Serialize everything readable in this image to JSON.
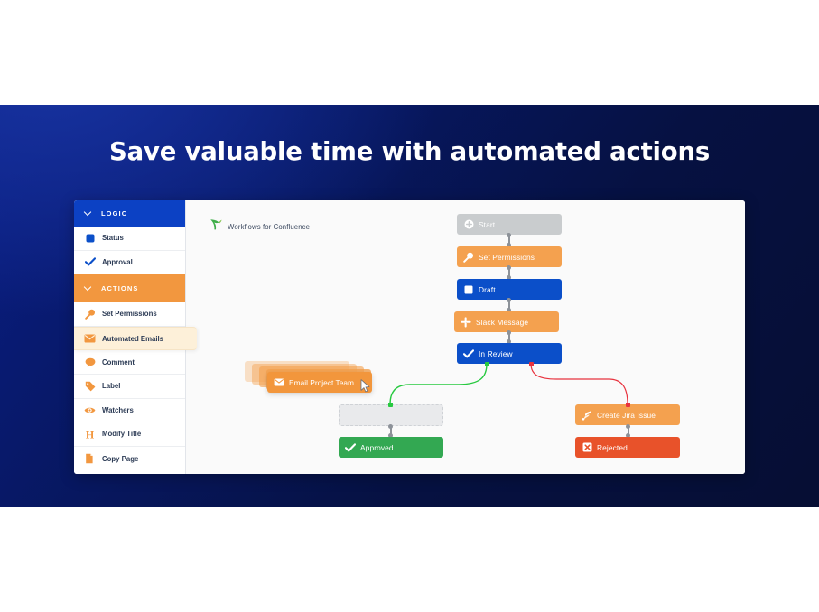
{
  "slide": {
    "title": "Save valuable time with automated actions",
    "background_top_color": "#0a1e86",
    "background_bottom_color": "#060e33",
    "letterbox_color": "#000000"
  },
  "app": {
    "brand_name": "Workflows for Confluence",
    "brand_icon": "workflows-leaf-logo"
  },
  "sidebar": {
    "sections": [
      {
        "label": "LOGIC",
        "color": "#0c41c4",
        "icon": "chevron-down-icon",
        "items": [
          {
            "label": "Status",
            "icon": "blue-square-icon",
            "selected": false
          },
          {
            "label": "Approval",
            "icon": "blue-check-icon",
            "selected": false
          }
        ]
      },
      {
        "label": "ACTIONS",
        "color": "#f2973f",
        "icon": "chevron-down-icon",
        "items": [
          {
            "label": "Set Permissions",
            "icon": "key-icon",
            "selected": false
          },
          {
            "label": "Automated Emails",
            "icon": "envelope-icon",
            "selected": true
          },
          {
            "label": "Comment",
            "icon": "speech-bubble-icon",
            "selected": false
          },
          {
            "label": "Label",
            "icon": "tag-icon",
            "selected": false
          },
          {
            "label": "Watchers",
            "icon": "eye-icon",
            "selected": false
          },
          {
            "label": "Modify Title",
            "icon": "heading-h-icon",
            "selected": false
          },
          {
            "label": "Copy Page",
            "icon": "copy-page-icon",
            "selected": false
          }
        ]
      }
    ]
  },
  "canvas": {
    "nodes": [
      {
        "id": "start",
        "label": "Start",
        "icon": "plus-circle-icon",
        "color": "#c9ccce"
      },
      {
        "id": "setperms",
        "label": "Set Permissions",
        "icon": "key-icon",
        "color": "#f4a14f"
      },
      {
        "id": "draft",
        "label": "Draft",
        "icon": "square-icon",
        "color": "#0b4fc9"
      },
      {
        "id": "slack",
        "label": "Slack Message",
        "icon": "slack-icon",
        "color": "#f4a14f"
      },
      {
        "id": "inreview",
        "label": "In Review",
        "icon": "check-icon",
        "color": "#0b4fc9"
      },
      {
        "id": "approved",
        "label": "Approved",
        "icon": "check-icon",
        "color": "#33a852"
      },
      {
        "id": "createjira",
        "label": "Create Jira Issue",
        "icon": "jira-icon",
        "color": "#f4a14f"
      },
      {
        "id": "rejected",
        "label": "Rejected",
        "icon": "x-square-icon",
        "color": "#e8522a"
      }
    ],
    "dragged_card": {
      "label": "Email Project Team",
      "icon": "envelope-icon",
      "color": "#f2963c",
      "stack_count": 4
    },
    "dropzone": {
      "label": "",
      "state": "empty"
    },
    "edges": [
      {
        "from": "inreview",
        "to": "dropzone",
        "color": "#28c940",
        "kind": "approve"
      },
      {
        "from": "inreview",
        "to": "createjira",
        "color": "#e8333f",
        "kind": "reject"
      }
    ],
    "cursor": {
      "type": "arrow-cursor"
    }
  }
}
